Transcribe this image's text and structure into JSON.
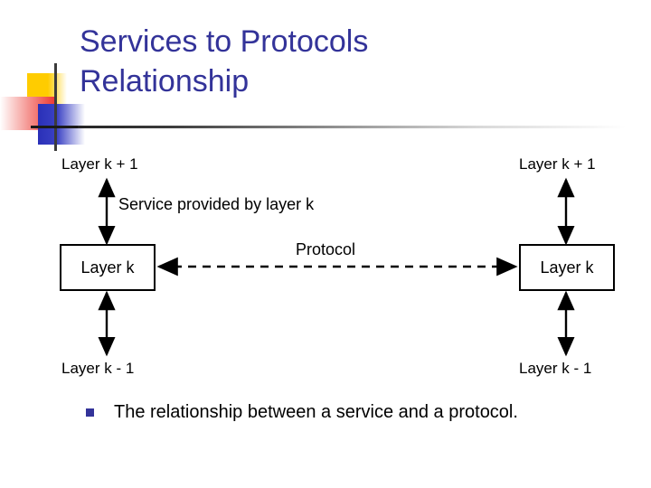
{
  "slide": {
    "title": "Services to Protocols\nRelationship",
    "title_color": "#333399",
    "background_color": "#ffffff"
  },
  "logo": {
    "yellow_color": "#ffcc00",
    "red_color": "#ef3b34",
    "blue_color": "#2a30b8",
    "line_color": "#1a1a1a"
  },
  "diagram": {
    "left": {
      "top_label": "Layer k + 1",
      "box_label": "Layer k",
      "bottom_label": "Layer k - 1"
    },
    "right": {
      "top_label": "Layer k + 1",
      "box_label": "Layer k",
      "bottom_label": "Layer k - 1"
    },
    "service_label": "Service provided by layer k",
    "protocol_label": "Protocol",
    "line_color": "#000000"
  },
  "bullet": {
    "marker_color": "#333399",
    "text": "The relationship between a service and a protocol."
  }
}
